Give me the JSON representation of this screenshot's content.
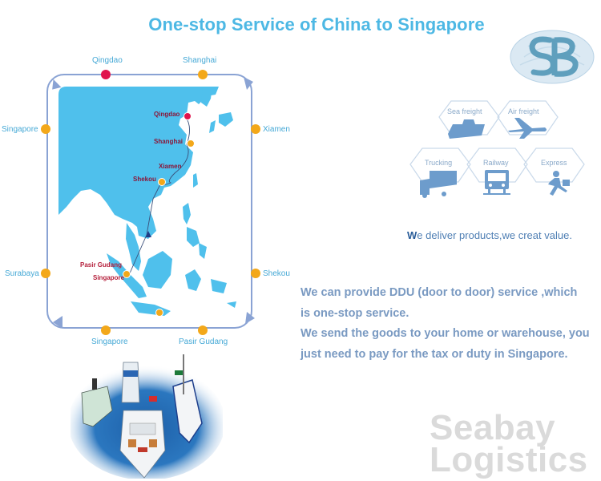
{
  "header": {
    "title": "One-stop Service of China to Singapore"
  },
  "route_diagram": {
    "outer_ports": [
      {
        "name": "Qingdao",
        "position": "top-left",
        "color": "#e0154d"
      },
      {
        "name": "Shanghai",
        "position": "top-right",
        "color": "#f3a81a"
      },
      {
        "name": "Xiamen",
        "position": "right-upper",
        "color": "#f3a81a"
      },
      {
        "name": "Shekou",
        "position": "right-lower",
        "color": "#f3a81a"
      },
      {
        "name": "Pasir Gudang",
        "position": "bottom-right",
        "color": "#f3a81a"
      },
      {
        "name": "Singapore",
        "position": "bottom-left",
        "color": "#f3a81a"
      },
      {
        "name": "Surabaya",
        "position": "left-lower",
        "color": "#f3a81a"
      },
      {
        "name": "Singapore",
        "position": "left-upper",
        "color": "#f3a81a"
      }
    ],
    "map_labels": {
      "qingdao": "Qingdao",
      "shanghai": "Shanghai",
      "xiamen": "Xiamen",
      "shekou": "Shekou",
      "pasir_gudang": "Pasir Gudang",
      "singapore": "Singapore"
    },
    "colors": {
      "frame": "#8aa3d4",
      "land": "#4fc0ec",
      "start_port": "#e0154d",
      "port": "#f3a81a"
    }
  },
  "logo": {
    "letters": "SB"
  },
  "services": [
    {
      "label": "Sea freight",
      "icon": "ship-icon"
    },
    {
      "label": "Air freight",
      "icon": "airplane-icon"
    },
    {
      "label": "Trucking",
      "icon": "truck-icon"
    },
    {
      "label": "Railway",
      "icon": "train-icon"
    },
    {
      "label": "Express",
      "icon": "courier-icon"
    }
  ],
  "slogan": {
    "first_letter": "W",
    "rest": "e deliver products,we creat value."
  },
  "description": {
    "lines": [
      "We can provide DDU (door to door) service ,which",
      "is one-stop service.",
      "We send the goods to your home or warehouse, you",
      "just need to pay for the tax or duty in Singapore."
    ]
  },
  "brand": {
    "line1": "Seabay",
    "line2": "Logistics"
  }
}
